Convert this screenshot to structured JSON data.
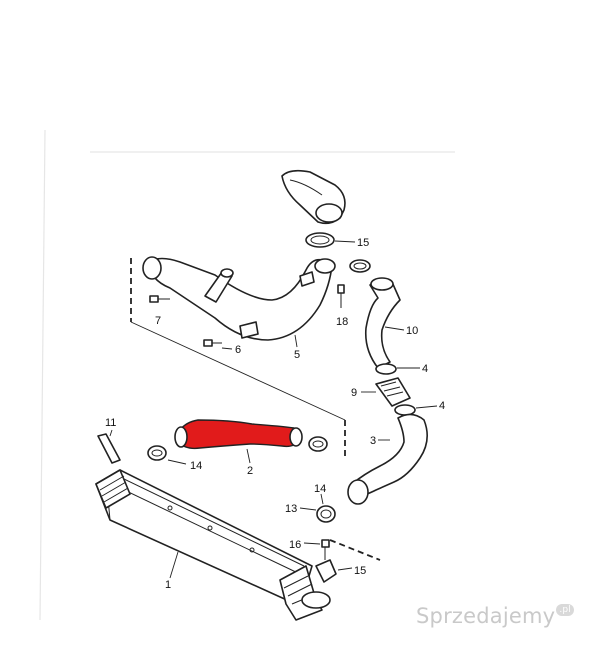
{
  "labels": {
    "p1": "1",
    "p2": "2",
    "p3": "3",
    "p4a": "4",
    "p4b": "4",
    "p5": "5",
    "p6": "6",
    "p7": "7",
    "p9": "9",
    "p10": "10",
    "p11": "11",
    "p13": "13",
    "p14a": "14",
    "p14b": "14",
    "p15a": "15",
    "p15b": "15",
    "p16": "16",
    "p18": "18"
  },
  "highlight_color": "#e11b1b",
  "watermark": {
    "text": "Sprzedajemy",
    "suffix": ".pl"
  }
}
